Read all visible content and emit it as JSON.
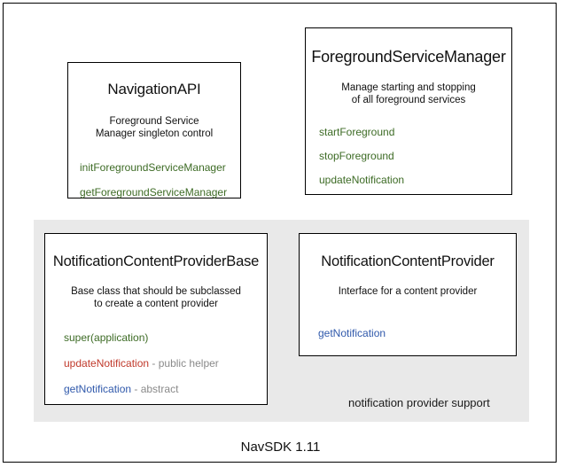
{
  "diagram": {
    "caption": "NavSDK 1.11",
    "group": {
      "label": "notification provider support",
      "color": "#e9e9e9"
    },
    "colors": {
      "green": "#3d6b25",
      "red": "#c0392b",
      "blue": "#3059ab",
      "note_gray": "#8a8a8a",
      "panel_gray": "#e9e9e9",
      "border": "#000000",
      "text": "#111111"
    },
    "boxes": [
      {
        "id": "navigation-api",
        "title": "NavigationAPI",
        "description_lines": [
          "Foreground Service",
          "Manager singleton control"
        ],
        "methods": [
          {
            "name": "initForegroundServiceManager",
            "color": "green",
            "note": ""
          },
          {
            "name": "getForegroundServiceManager",
            "color": "green",
            "note": ""
          }
        ]
      },
      {
        "id": "foreground-service-manager",
        "title": "ForegroundServiceManager",
        "description_lines": [
          "Manage starting and stopping",
          "of all foreground services"
        ],
        "methods": [
          {
            "name": "startForeground",
            "color": "green",
            "note": ""
          },
          {
            "name": "stopForeground",
            "color": "green",
            "note": ""
          },
          {
            "name": "updateNotification",
            "color": "green",
            "note": ""
          }
        ]
      },
      {
        "id": "notification-content-provider-base",
        "title": "NotificationContentProviderBase",
        "description_lines": [
          "Base class that should be subclassed",
          "to create a content provider"
        ],
        "methods": [
          {
            "name": "super(application)",
            "color": "green",
            "note": ""
          },
          {
            "name": "updateNotification",
            "color": "red",
            "note": " - public helper"
          },
          {
            "name": "getNotification",
            "color": "blue",
            "note": " - abstract"
          }
        ]
      },
      {
        "id": "notification-content-provider",
        "title": "NotificationContentProvider",
        "description_lines": [
          "Interface for a content provider"
        ],
        "methods": [
          {
            "name": "getNotification",
            "color": "blue",
            "note": ""
          }
        ]
      }
    ]
  }
}
